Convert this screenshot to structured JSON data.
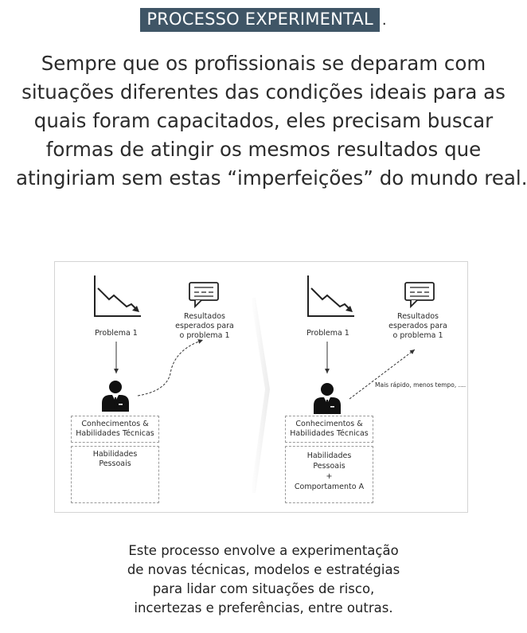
{
  "title": "PROCESSO EXPERIMENTAL",
  "title_dot": ".",
  "intro_lines": [
    "Sempre que os profissionais se deparam com",
    "situações diferentes das condições ideais para as",
    "quais foram capacitados, eles precisam buscar",
    "formas de atingir os mesmos resultados que",
    "atingiriam sem estas “imperfeições” do mundo real."
  ],
  "diagram": {
    "left": {
      "problem_label": "Problema 1",
      "result_lines": [
        "Resultados",
        "esperados para",
        "o  problema 1"
      ],
      "box1_lines": [
        "Conhecimentos &",
        "Habilidades Técnicas"
      ],
      "box2_lines": [
        "Habilidades",
        "Pessoais"
      ]
    },
    "right": {
      "problem_label": "Problema 1",
      "result_lines": [
        "Resultados",
        "esperados para",
        "o  problema 1"
      ],
      "box1_lines": [
        "Conhecimentos &",
        "Habilidades Técnicas"
      ],
      "box2_lines": [
        "Habilidades",
        "Pessoais",
        "+",
        "Comportamento A"
      ],
      "arrow_note": "Mais rápido, menos tempo, ...."
    }
  },
  "footer_lines": [
    "Este processo envolve a experimentação",
    "de novas técnicas, modelos e estratégias",
    "para lidar com situações de risco,",
    "incertezas e preferências, entre outras."
  ],
  "colors": {
    "title_bg": "#3f5566",
    "title_text": "#ffffff",
    "text": "#222222"
  },
  "icons": [
    "declining-chart-icon",
    "message-icon",
    "person-with-tie-icon"
  ]
}
